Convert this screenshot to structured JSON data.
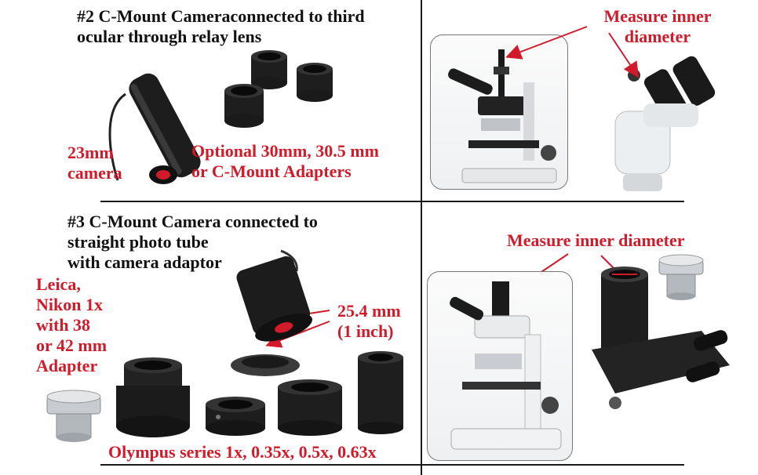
{
  "section2": {
    "title_line1": "#2 C-Mount Cameraconnected to third",
    "title_line2": "ocular through relay lens",
    "camera_label_line1": "23mm",
    "camera_label_line2": "camera",
    "adapters_label_line1": "Optional 30mm, 30.5 mm",
    "adapters_label_line2": "or C-Mount Adapters",
    "measure_label_line1": "Measure inner",
    "measure_label_line2": "diameter"
  },
  "section3": {
    "title_line1": "#3 C-Mount Camera connected to",
    "title_line2": "straight photo tube",
    "title_line3": "with camera adaptor",
    "leica_line1": "Leica,",
    "leica_line2": "Nikon 1x",
    "leica_line3": "with 38",
    "leica_line4": "or 42 mm",
    "leica_line5": "Adapter",
    "size_line1": "25.4 mm",
    "size_line2": "(1 inch)",
    "olympus_label": "Olympus series 1x, 0.35x, 0.5x, 0.63x",
    "measure_label": "Measure inner diameter"
  },
  "colors": {
    "accent_red": "#d11a2a",
    "text": "#111111",
    "divider": "#1a1a1a"
  }
}
